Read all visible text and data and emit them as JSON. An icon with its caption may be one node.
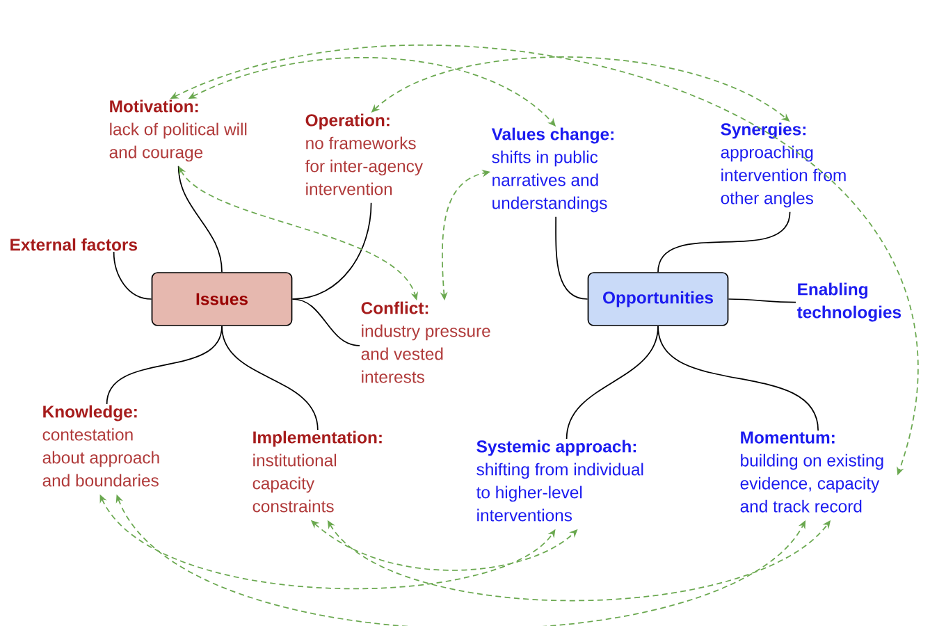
{
  "diagram": {
    "nodes": [
      {
        "text": [
          "Motivation:",
          "lack of political will and courage"
        ]
      },
      {
        "text": [
          "Operation:",
          "no frameworks for inter-agency intervention"
        ]
      },
      {
        "text": [
          "Values change:",
          "shifts in public narratives and understandings"
        ]
      },
      {
        "text": [
          "Synergies:",
          "approaching intervention from other angles"
        ]
      },
      {
        "text": [
          "External factors"
        ]
      },
      {
        "text": [
          "Issues"
        ]
      },
      {
        "text": [
          "Opportunities"
        ]
      },
      {
        "text": [
          "Enabling technologies"
        ]
      },
      {
        "text": [
          "Conflict:",
          "industry pressure and vested interests"
        ]
      },
      {
        "text": [
          "Knowledge:",
          "contestation about approach and boundaries"
        ]
      },
      {
        "text": [
          "Implementation:",
          "institutional capacity constraints"
        ]
      },
      {
        "text": [
          "Systemic approach:",
          "shifting from individual to higher-level interventions"
        ]
      },
      {
        "text": [
          "Momentum:",
          "building on existing evidence, capacity and track record"
        ]
      }
    ],
    "edges": [
      {
        "from": 5,
        "to": 0,
        "arrow": "none"
      },
      {
        "from": 5,
        "to": 1,
        "arrow": "none"
      },
      {
        "from": 5,
        "to": 4,
        "arrow": "none"
      },
      {
        "from": 5,
        "to": 8,
        "arrow": "none"
      },
      {
        "from": 5,
        "to": 9,
        "arrow": "none"
      },
      {
        "from": 5,
        "to": 10,
        "arrow": "none"
      },
      {
        "from": 6,
        "to": 2,
        "arrow": "none"
      },
      {
        "from": 6,
        "to": 3,
        "arrow": "none"
      },
      {
        "from": 6,
        "to": 7,
        "arrow": "none"
      },
      {
        "from": 6,
        "to": 11,
        "arrow": "none"
      },
      {
        "from": 6,
        "to": 12,
        "arrow": "none"
      },
      {
        "from": 0,
        "to": 12,
        "arrow": "both",
        "style": "dashed",
        "color": "#6aa84f"
      },
      {
        "from": 0,
        "to": 2,
        "arrow": "both",
        "style": "dashed",
        "color": "#6aa84f"
      },
      {
        "from": 1,
        "to": 3,
        "arrow": "both",
        "style": "dashed",
        "color": "#6aa84f"
      },
      {
        "from": 0,
        "to": 8,
        "arrow": "both",
        "style": "dashed",
        "color": "#6aa84f"
      },
      {
        "from": 8,
        "to": 2,
        "arrow": "both",
        "style": "dashed",
        "color": "#6aa84f"
      },
      {
        "from": 9,
        "to": 11,
        "arrow": "both",
        "style": "dashed",
        "color": "#6aa84f"
      },
      {
        "from": 9,
        "to": 12,
        "arrow": "both",
        "style": "dashed",
        "color": "#6aa84f"
      },
      {
        "from": 10,
        "to": 11,
        "arrow": "both",
        "style": "dashed",
        "color": "#6aa84f"
      },
      {
        "from": 10,
        "to": 12,
        "arrow": "both",
        "style": "dashed",
        "color": "#6aa84f"
      }
    ]
  }
}
